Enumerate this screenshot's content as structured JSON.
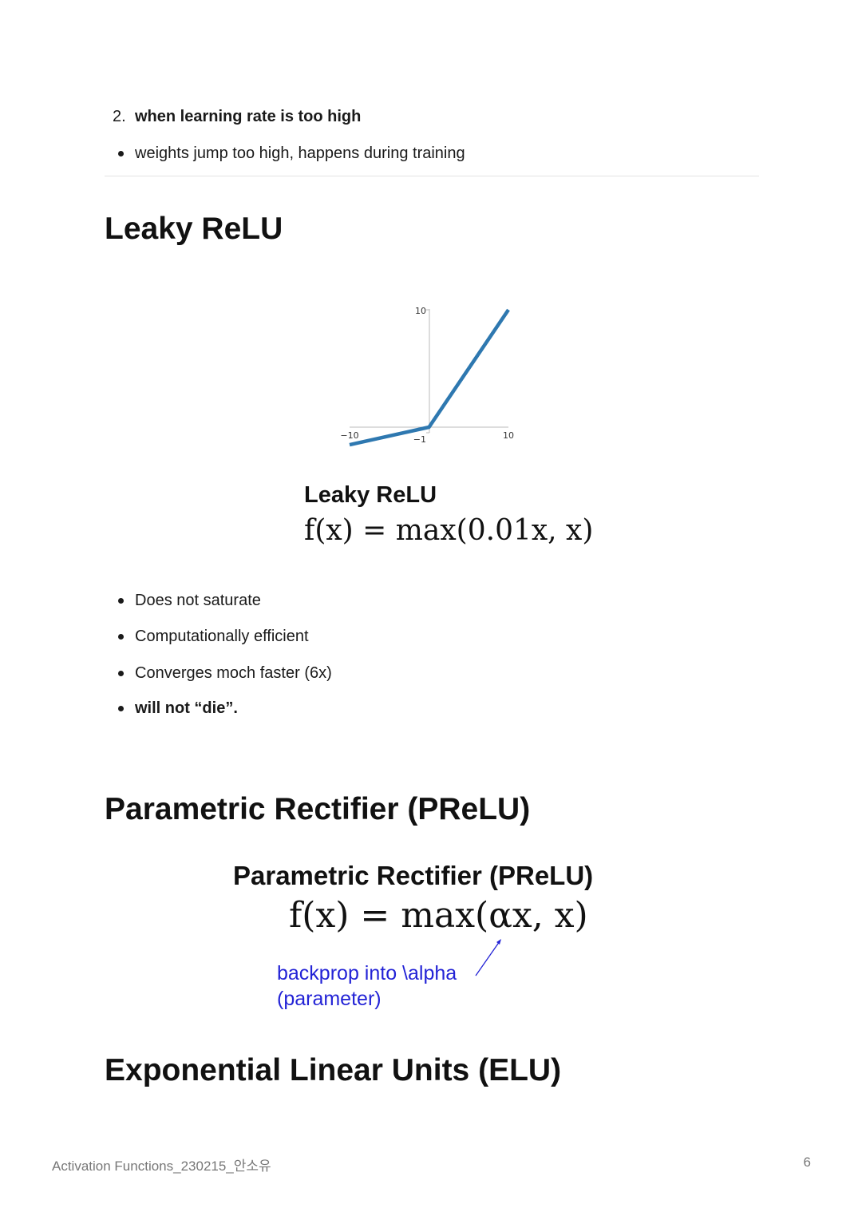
{
  "list_top": {
    "numbered_marker": "2.",
    "numbered_text": "when learning rate is too high",
    "bullet_text": "weights jump too high, happens during training"
  },
  "leaky_relu": {
    "heading": "Leaky ReLU",
    "figure_title": "Leaky ReLU",
    "formula": "f(x) = max(0.01x, x)",
    "bullets": [
      "Does not saturate",
      "Computationally efficient",
      "Converges moch faster (6x)",
      "will not “die”."
    ]
  },
  "chart_data": {
    "type": "line",
    "title": "",
    "xlabel": "",
    "ylabel": "",
    "xlim": [
      -10,
      10
    ],
    "ylim": [
      -1.5,
      10
    ],
    "x_ticks": [
      "−10",
      "10"
    ],
    "y_ticks": [
      "10",
      "−1"
    ],
    "grid": false,
    "color": "#2e78b0",
    "series": [
      {
        "x": [
          -10,
          0,
          10
        ],
        "y": [
          -1.5,
          0,
          10
        ]
      }
    ]
  },
  "prelu": {
    "heading": "Parametric Rectifier (PReLU)",
    "figure_title": "Parametric Rectifier (PReLU)",
    "formula": "f(x) = max(αx, x)",
    "note_line1": "backprop into \\alpha",
    "note_line2": "(parameter)",
    "note_color": "#2323d6"
  },
  "elu": {
    "heading": "Exponential Linear Units (ELU)"
  },
  "footer": {
    "left": "Activation Functions_230215_안소유",
    "page": "6"
  }
}
